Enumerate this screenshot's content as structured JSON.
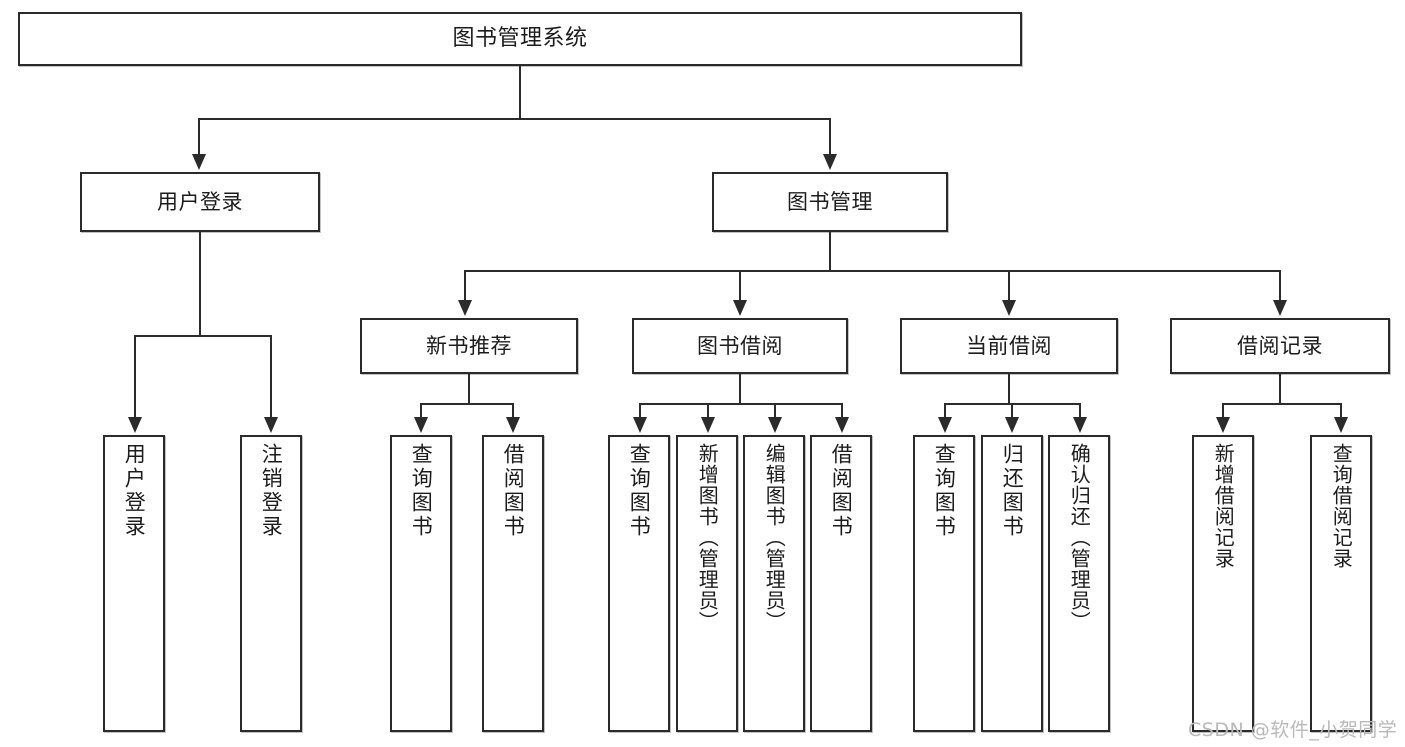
{
  "diagram": {
    "type": "tree-hierarchy-chart",
    "title": "图书管理系统",
    "background": "#ffffff",
    "line_color": "#2b2b2b",
    "text_color": "#1c1c1c",
    "nodes": {
      "root": {
        "label": "图书管理系统"
      },
      "level2": [
        {
          "label": "用户登录"
        },
        {
          "label": "图书管理"
        }
      ],
      "level3": [
        {
          "label": "新书推荐"
        },
        {
          "label": "图书借阅"
        },
        {
          "label": "当前借阅"
        },
        {
          "label": "借阅记录"
        }
      ],
      "leaves": {
        "user_login": [
          {
            "label": "用户登录"
          },
          {
            "label": "注销登录"
          }
        ],
        "new_book": [
          {
            "label": "查询图书"
          },
          {
            "label": "借阅图书"
          }
        ],
        "book_borrow": [
          {
            "label": "查询图书"
          },
          {
            "label": "新增图书（管理员）"
          },
          {
            "label": "编辑图书（管理员）"
          },
          {
            "label": "借阅图书"
          }
        ],
        "current_borrow": [
          {
            "label": "查询图书"
          },
          {
            "label": "归还图书"
          },
          {
            "label": "确认归还（管理员）"
          }
        ],
        "borrow_record": [
          {
            "label": "新增借阅记录"
          },
          {
            "label": "查询借阅记录"
          }
        ]
      }
    }
  },
  "watermark": {
    "text": "CSDN @软件_小贺同学"
  }
}
